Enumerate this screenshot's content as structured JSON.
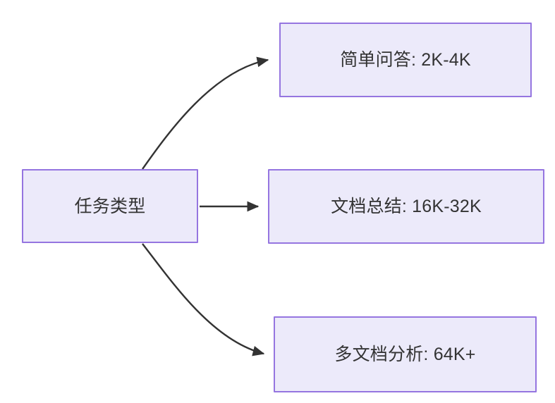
{
  "diagram": {
    "background_color": "#FFFFFF",
    "node_fill_color": "#ECEAFA",
    "node_border_color": "#9575E0",
    "node_text_color": "#333333",
    "edge_color": "#333333",
    "source_node": {
      "id": "task-type",
      "label": "任务类型"
    },
    "target_nodes": [
      {
        "id": "simple-qa",
        "label": "简单问答: 2K-4K",
        "task": "简单问答",
        "range": "2K-4K"
      },
      {
        "id": "doc-summary",
        "label": "文档总结: 16K-32K",
        "task": "文档总结",
        "range": "16K-32K"
      },
      {
        "id": "multi-doc-analysis",
        "label": "多文档分析: 64K+",
        "task": "多文档分析",
        "range": "64K+"
      }
    ],
    "edges": [
      {
        "id": "edge-to-simple-qa",
        "from": "task-type",
        "to": "simple-qa",
        "style": "curved"
      },
      {
        "id": "edge-to-doc-summary",
        "from": "task-type",
        "to": "doc-summary",
        "style": "straight"
      },
      {
        "id": "edge-to-multi-doc-analysis",
        "from": "task-type",
        "to": "multi-doc-analysis",
        "style": "curved"
      }
    ]
  }
}
